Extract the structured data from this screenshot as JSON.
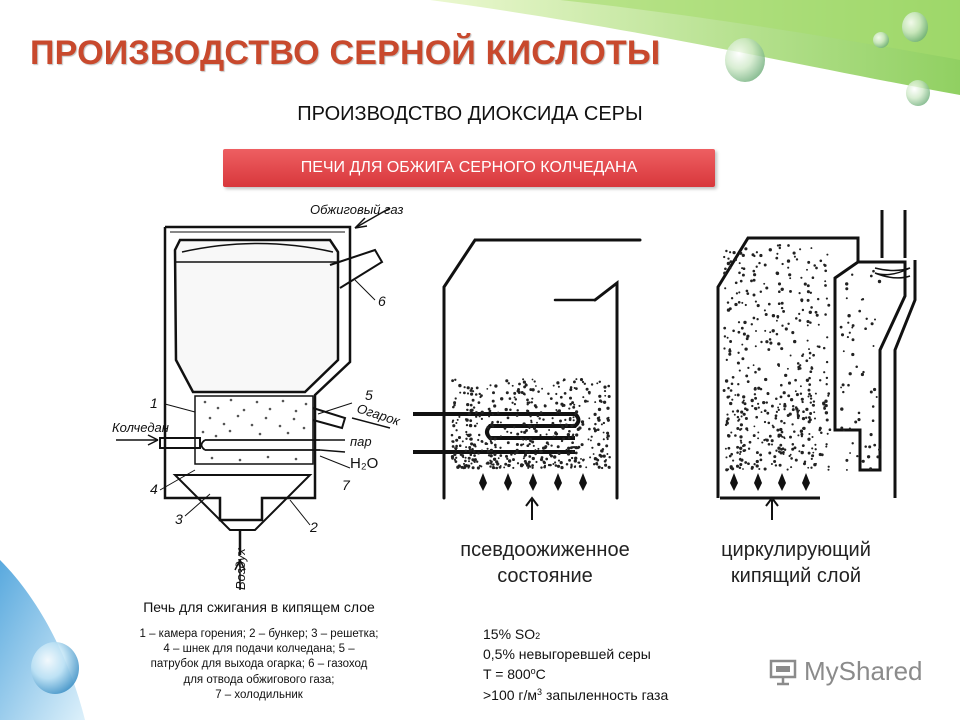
{
  "title": "ПРОИЗВОДСТВО СЕРНОЙ КИСЛОТЫ",
  "subtitle": "ПРОИЗВОДСТВО ДИОКСИДА СЕРЫ",
  "banner": "ПЕЧИ ДЛЯ ОБЖИГА СЕРНОГО КОЛЧЕДАНА",
  "furnace": {
    "caption": "Печь для сжигания в кипящем слое",
    "labels": {
      "gas_out": "Обжиговый газ",
      "pyrite": "Колчедан",
      "cinder": "Огарок",
      "steam": "пар",
      "water": "H₂O",
      "air": "Воздух"
    },
    "numbers": [
      "1",
      "2",
      "3",
      "4",
      "5",
      "6",
      "7"
    ],
    "legend": [
      "1 – камера горения; 2 – бункер; 3 – решетка;",
      "4 – шнек для подачи колчедана; 5 –",
      "патрубок для выхода огарка; 6 – газоход",
      "для отвода обжигового газа;",
      "7 – холодильник"
    ]
  },
  "bed_types": {
    "fluidized": [
      "псевдоожиженное",
      "состояние"
    ],
    "circulating": [
      "циркулирующий",
      "кипящий слой"
    ]
  },
  "params": {
    "so2": "15% SO",
    "so2_sub": "2",
    "unburned": "0,5% невыгоревшей серы",
    "temp": "T = 800",
    "temp_unit_sup": "o",
    "temp_unit": "C",
    "dust_a": ">100 г/м",
    "dust_sup": "3",
    "dust_b": " запыленность газа"
  },
  "brand": "MyShared",
  "colors": {
    "title": "#c8492d",
    "banner": "#e04a4e",
    "green_swoosh": "#8fd14f",
    "blue_swoosh": "#5aaee0"
  }
}
